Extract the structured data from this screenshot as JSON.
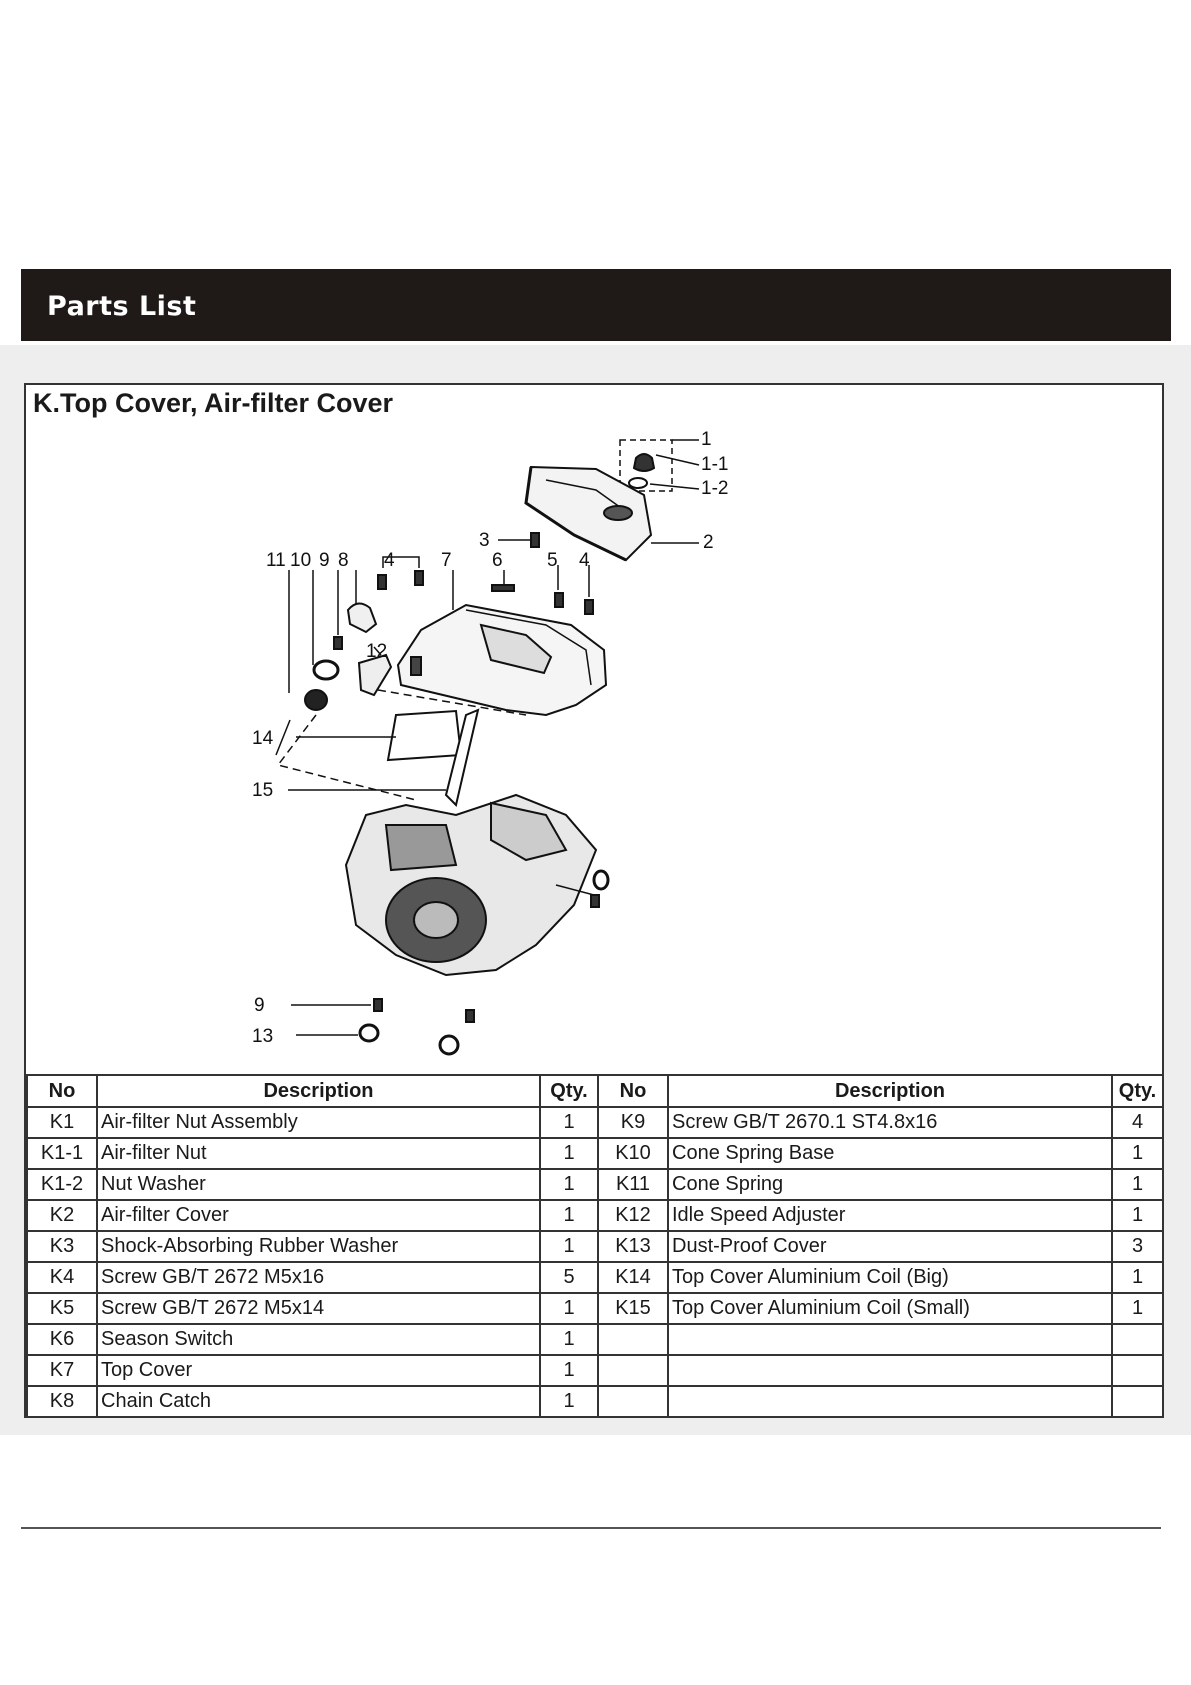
{
  "header": {
    "title": "Parts List"
  },
  "section": {
    "title": "K.Top Cover, Air-filter Cover"
  },
  "diagram": {
    "callouts": [
      "1",
      "1-1",
      "1-2",
      "2",
      "3",
      "11",
      "10",
      "9",
      "8",
      "4",
      "7",
      "6",
      "5",
      "4",
      "12",
      "14",
      "15",
      "9",
      "13"
    ]
  },
  "table": {
    "headers": {
      "no": "No",
      "description": "Description",
      "qty": "Qty.",
      "no2": "No",
      "description2": "Description",
      "qty2": "Qty."
    },
    "rows": [
      {
        "no": "K1",
        "desc": "Air-filter Nut Assembly",
        "qty": "1",
        "no2": "K9",
        "desc2": "Screw GB/T 2670.1 ST4.8x16",
        "qty2": "4"
      },
      {
        "no": "K1-1",
        "desc": "Air-filter Nut",
        "qty": "1",
        "no2": "K10",
        "desc2": "Cone Spring Base",
        "qty2": "1"
      },
      {
        "no": "K1-2",
        "desc": "Nut Washer",
        "qty": "1",
        "no2": "K11",
        "desc2": "Cone Spring",
        "qty2": "1"
      },
      {
        "no": "K2",
        "desc": "Air-filter Cover",
        "qty": "1",
        "no2": "K12",
        "desc2": "Idle Speed Adjuster",
        "qty2": "1"
      },
      {
        "no": "K3",
        "desc": "Shock-Absorbing Rubber Washer",
        "qty": "1",
        "no2": "K13",
        "desc2": "Dust-Proof Cover",
        "qty2": "3"
      },
      {
        "no": "K4",
        "desc": "Screw GB/T 2672 M5x16",
        "qty": "5",
        "no2": "K14",
        "desc2": "Top Cover Aluminium Coil (Big)",
        "qty2": "1"
      },
      {
        "no": "K5",
        "desc": "Screw GB/T 2672 M5x14",
        "qty": "1",
        "no2": "K15",
        "desc2": "Top Cover Aluminium Coil (Small)",
        "qty2": "1"
      },
      {
        "no": "K6",
        "desc": "Season Switch",
        "qty": "1",
        "no2": "",
        "desc2": "",
        "qty2": ""
      },
      {
        "no": "K7",
        "desc": "Top Cover",
        "qty": "1",
        "no2": "",
        "desc2": "",
        "qty2": ""
      },
      {
        "no": "K8",
        "desc": "Chain Catch",
        "qty": "1",
        "no2": "",
        "desc2": "",
        "qty2": ""
      }
    ]
  }
}
